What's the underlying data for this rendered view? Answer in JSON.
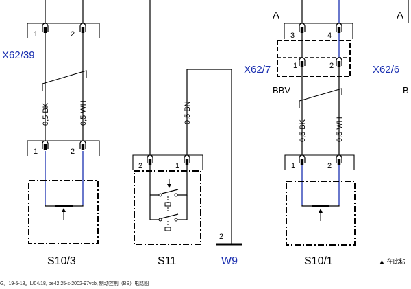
{
  "connectors": {
    "x62_39": "X62/39",
    "x62_7": "X62/7",
    "x62_6": "X62/6"
  },
  "components": {
    "s10_3": "S10/3",
    "s11": "S11",
    "w9": "W9",
    "s10_1": "S10/1"
  },
  "markers": {
    "a_left": "A",
    "a_right": "A",
    "bbv_mid": "BBV",
    "bbv_right": "B"
  },
  "pins": {
    "top_left_1": "1",
    "top_left_2": "2",
    "mid_left_1": "1",
    "mid_left_2": "2",
    "s11_2": "2",
    "s11_1": "1",
    "w9_2": "2",
    "top_right_3": "3",
    "top_right_4": "4",
    "mid_right_1": "1",
    "mid_right_2": "2",
    "low_right_1": "1",
    "low_right_2": "2"
  },
  "wires": {
    "left_bk": "0,5 BK",
    "left_wh": "0,5 WH",
    "s11_bn": "0,5 BN",
    "right_bk": "0,5 BK",
    "right_wh": "0,5 WH"
  },
  "footer": {
    "note_right": "▲ 在此粘",
    "caption": "G。19-5-18。L/04/18, pe42.25-s-2002-97vcb, 制动控制（BS）电路图"
  },
  "colors": {
    "line": "#000000",
    "blue_wire": "#1a2fb0",
    "label_blue": "#1a2fb0"
  }
}
